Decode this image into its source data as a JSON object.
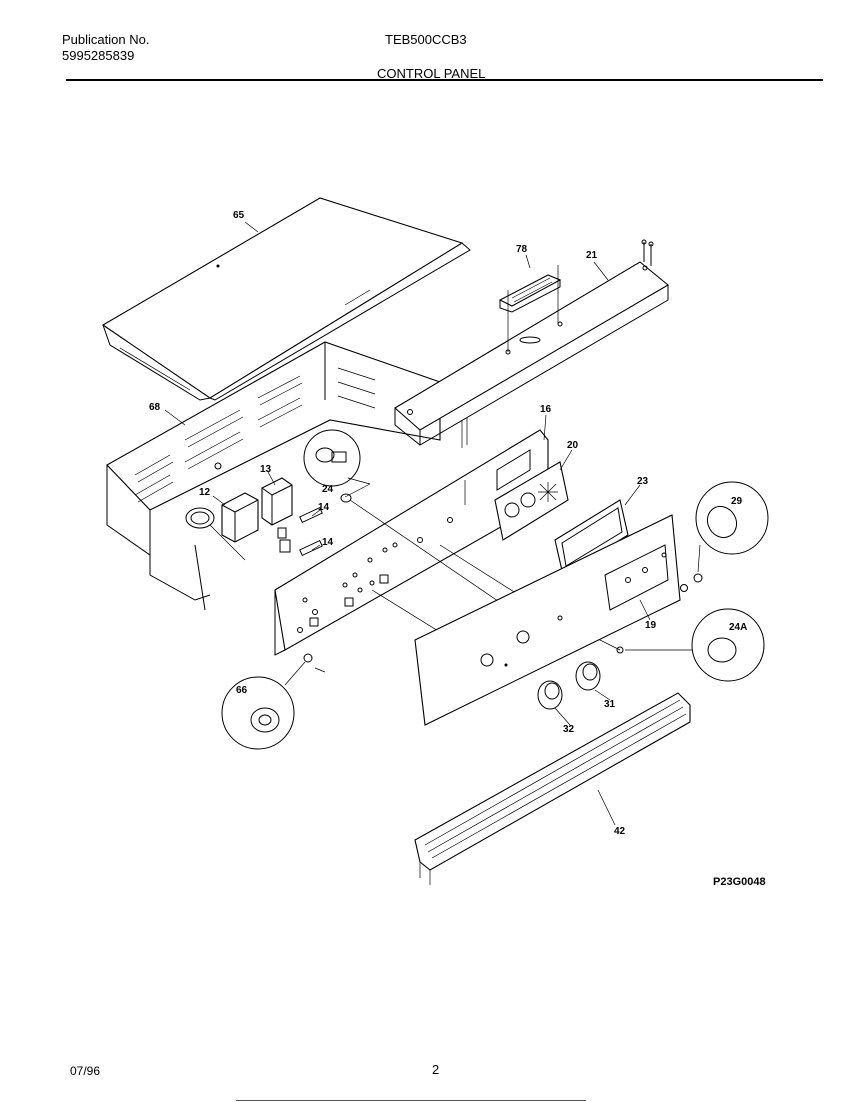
{
  "header": {
    "publication_label": "Publication No.",
    "publication_number": "5995285839",
    "model": "TEB500CCB3",
    "section_title": "CONTROL PANEL"
  },
  "parts": [
    {
      "ref": "65"
    },
    {
      "ref": "78"
    },
    {
      "ref": "21"
    },
    {
      "ref": "68"
    },
    {
      "ref": "16"
    },
    {
      "ref": "20"
    },
    {
      "ref": "13"
    },
    {
      "ref": "24"
    },
    {
      "ref": "12"
    },
    {
      "ref": "14a",
      "label": "14"
    },
    {
      "ref": "14b",
      "label": "14"
    },
    {
      "ref": "23"
    },
    {
      "ref": "29"
    },
    {
      "ref": "19"
    },
    {
      "ref": "24A"
    },
    {
      "ref": "66"
    },
    {
      "ref": "31"
    },
    {
      "ref": "32"
    },
    {
      "ref": "42"
    }
  ],
  "figure_code": "P23G0048",
  "footer": {
    "date": "07/96",
    "page_number": "2"
  }
}
